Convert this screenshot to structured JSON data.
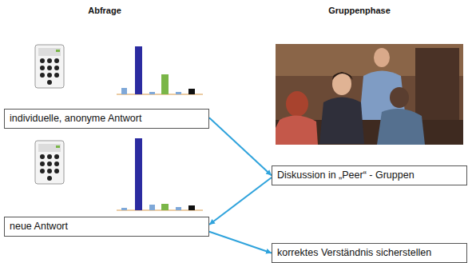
{
  "diagram": {
    "nodes": [
      {
        "text": [
          "individuelle, anonyme Antwort"
        ]
      },
      {
        "text": [
          "Diskussion in „Peer“ - Gruppen"
        ]
      },
      {
        "text": [
          "neue Antwort"
        ]
      },
      {
        "text": [
          "korrektes Verständnis sicherstellen"
        ]
      }
    ],
    "edges": [
      {
        "from": 0,
        "to": 1,
        "arrow": "to"
      },
      {
        "from": 1,
        "to": 2,
        "arrow": "to"
      },
      {
        "from": 2,
        "to": 3,
        "arrow": "to"
      }
    ],
    "labels": [
      "Abfrage",
      "Gruppenphase"
    ]
  }
}
